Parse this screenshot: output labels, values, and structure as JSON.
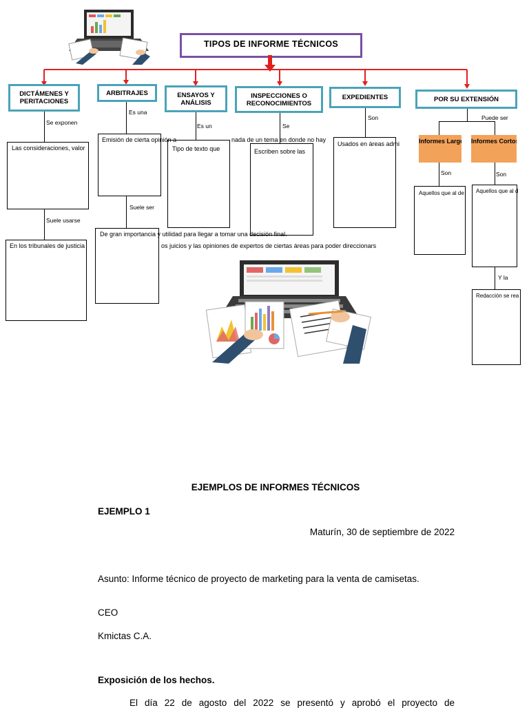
{
  "map": {
    "title": "TIPOS DE INFORME TÉCNICOS",
    "categories": [
      {
        "label": "DICTÁMENES Y PERITACIONES"
      },
      {
        "label": "ARBITRAJES"
      },
      {
        "label": "ENSAYOS Y ANÁLISIS"
      },
      {
        "label": "INSPECCIONES O RECONOCIMIENTOS"
      },
      {
        "label": "EXPEDIENTES"
      },
      {
        "label": "POR SU EXTENSIÓN"
      }
    ],
    "connectors": {
      "se_exponen": "Se exponen",
      "es_una": "Es una",
      "es_un": "Es un",
      "se": "Se",
      "son_exp": "Son",
      "puede_ser": "Puede ser",
      "suele_usarse": "Suele usarse",
      "suele_ser": "Suele ser",
      "son_largos": "Son",
      "son_cortos": "Son",
      "y_la": "Y la"
    },
    "subtypes": {
      "largos": "Informes Largos",
      "cortos": "Informes Cortos"
    },
    "texts": {
      "t1": "Las consideraciones, valor",
      "t2": "Emisión de cierta opinión a",
      "t2b": "nada de un tema en donde no hay",
      "t3": "Tipo de texto que",
      "t4": "Escriben sobre las",
      "t5": "Usados en áreas admi",
      "t6": "Aquellos que al de",
      "t7": "Aquellos que al d",
      "t8": "Redacción se rea",
      "t9": "En los tribunales de justicia",
      "t10": "De gran importancia y utilidad para llegar a tomar una decisión final.",
      "t11": "os juicios y las opiniones de expertos de ciertas áreas para poder direccionars"
    }
  },
  "document": {
    "heading": "EJEMPLOS DE INFORMES TÉCNICOS",
    "example_label": "EJEMPLO 1",
    "place_date": "Maturín, 30 de septiembre de 2022",
    "subject": "Asunto: Informe técnico de proyecto de marketing para la venta de camisetas.",
    "recipient_role": "CEO",
    "recipient_company": "Kmictas C.A.",
    "section_title": "Exposición de los hechos.",
    "body_start": "El día 22 de agosto del 2022 se presentó y aprobó el proyecto de"
  },
  "colors": {
    "title_border": "#7a4fa3",
    "category_border": "#4aa3b8",
    "arrows": "#e02020",
    "subtype_fill": "#f3a25a"
  },
  "icons": [
    "laptop-analytics-illustration",
    "laptop-analytics-illustration-large"
  ]
}
